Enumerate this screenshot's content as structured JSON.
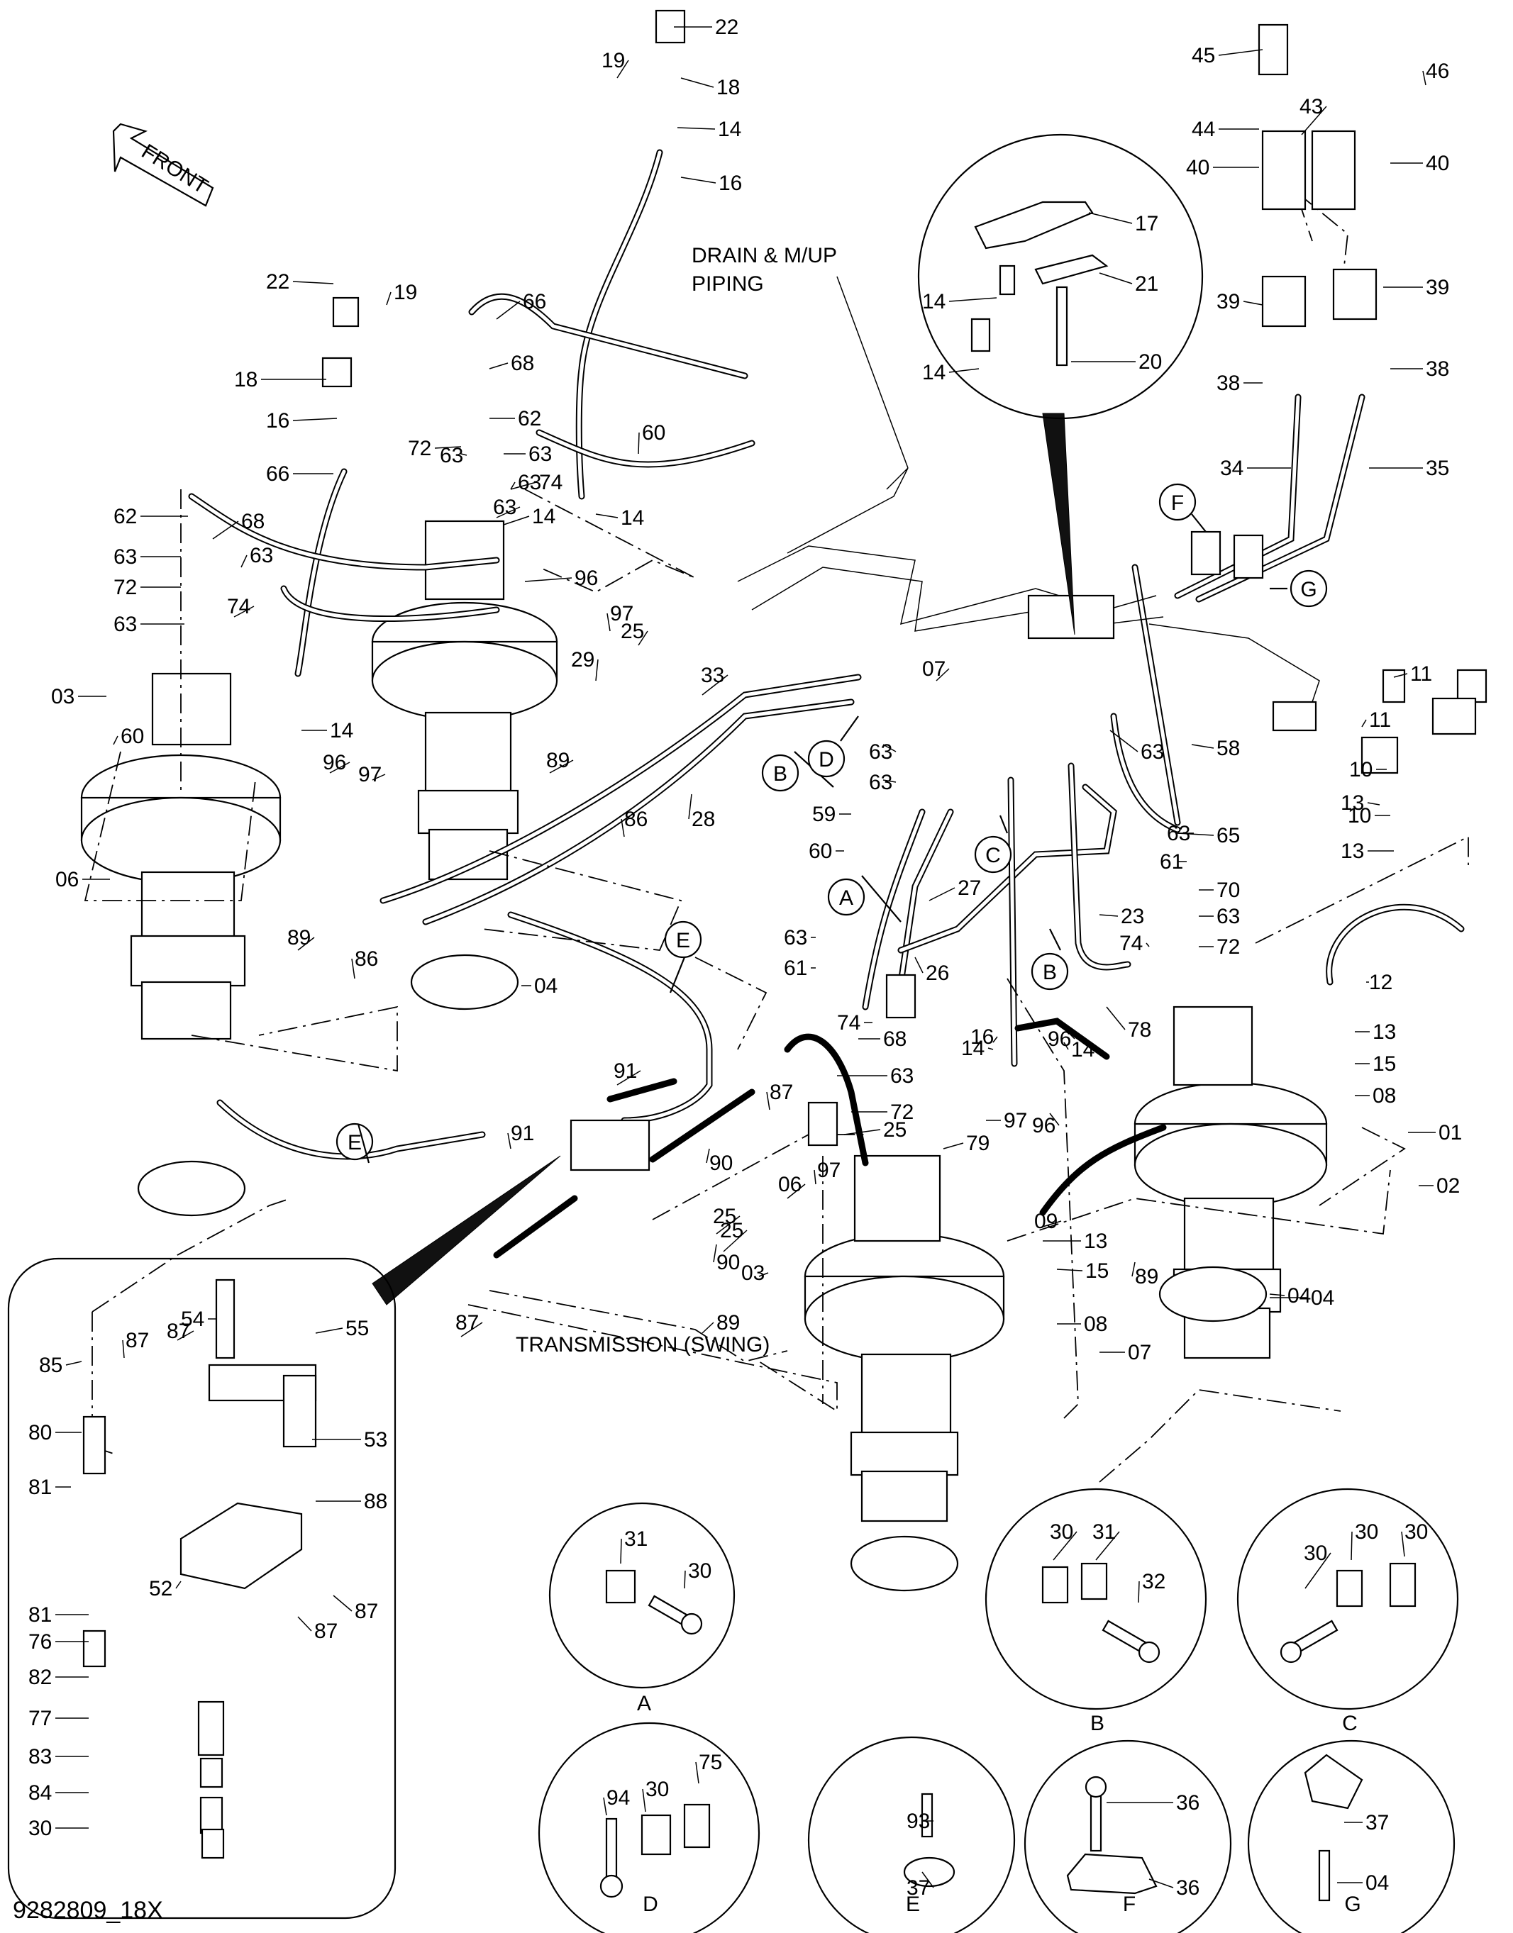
{
  "document_id": "9282809_18X",
  "labels": {
    "front": "FRONT",
    "drain_mup_piping_line1": "DRAIN & M/UP",
    "drain_mup_piping_line2": "PIPING",
    "transmission_swing": "TRANSMISSION (SWING)"
  },
  "detail_views": [
    "A",
    "B",
    "C",
    "D",
    "E",
    "F",
    "G"
  ],
  "view_markers": [
    "A",
    "B",
    "B",
    "C",
    "D",
    "E",
    "E",
    "F",
    "G"
  ],
  "part_callouts": [
    "22",
    "19",
    "18",
    "14",
    "16",
    "45",
    "46",
    "44",
    "43",
    "40",
    "40",
    "17",
    "21",
    "20",
    "14",
    "14",
    "39",
    "39",
    "38",
    "38",
    "34",
    "35",
    "66",
    "22",
    "19",
    "18",
    "68",
    "62",
    "63",
    "63",
    "60",
    "63",
    "72",
    "74",
    "14",
    "63",
    "14",
    "16",
    "66",
    "62",
    "68",
    "63",
    "63",
    "72",
    "74",
    "63",
    "96",
    "97",
    "25",
    "29",
    "33",
    "07",
    "03",
    "60",
    "14",
    "96",
    "97",
    "89",
    "28",
    "63",
    "63",
    "63",
    "11",
    "11",
    "10",
    "10",
    "13",
    "13",
    "58",
    "65",
    "63",
    "61",
    "70",
    "63",
    "72",
    "59",
    "60",
    "27",
    "23",
    "25",
    "06",
    "89",
    "86",
    "86",
    "04",
    "04",
    "91",
    "91",
    "90",
    "90",
    "87",
    "87",
    "12",
    "13",
    "15",
    "08",
    "01",
    "02",
    "63",
    "61",
    "74",
    "68",
    "63",
    "72",
    "26",
    "16",
    "14",
    "97",
    "96",
    "78",
    "14",
    "74",
    "25",
    "79",
    "96",
    "97",
    "06",
    "09",
    "13",
    "15",
    "89",
    "08",
    "04",
    "03",
    "07",
    "25",
    "89",
    "54",
    "55",
    "85",
    "53",
    "80",
    "87",
    "88",
    "87",
    "81",
    "52",
    "81",
    "87",
    "76",
    "87",
    "82",
    "77",
    "83",
    "84",
    "30",
    "31",
    "30",
    "30",
    "31",
    "32",
    "30",
    "30",
    "30",
    "30",
    "75",
    "94",
    "93",
    "37",
    "36",
    "36",
    "37",
    "04"
  ]
}
